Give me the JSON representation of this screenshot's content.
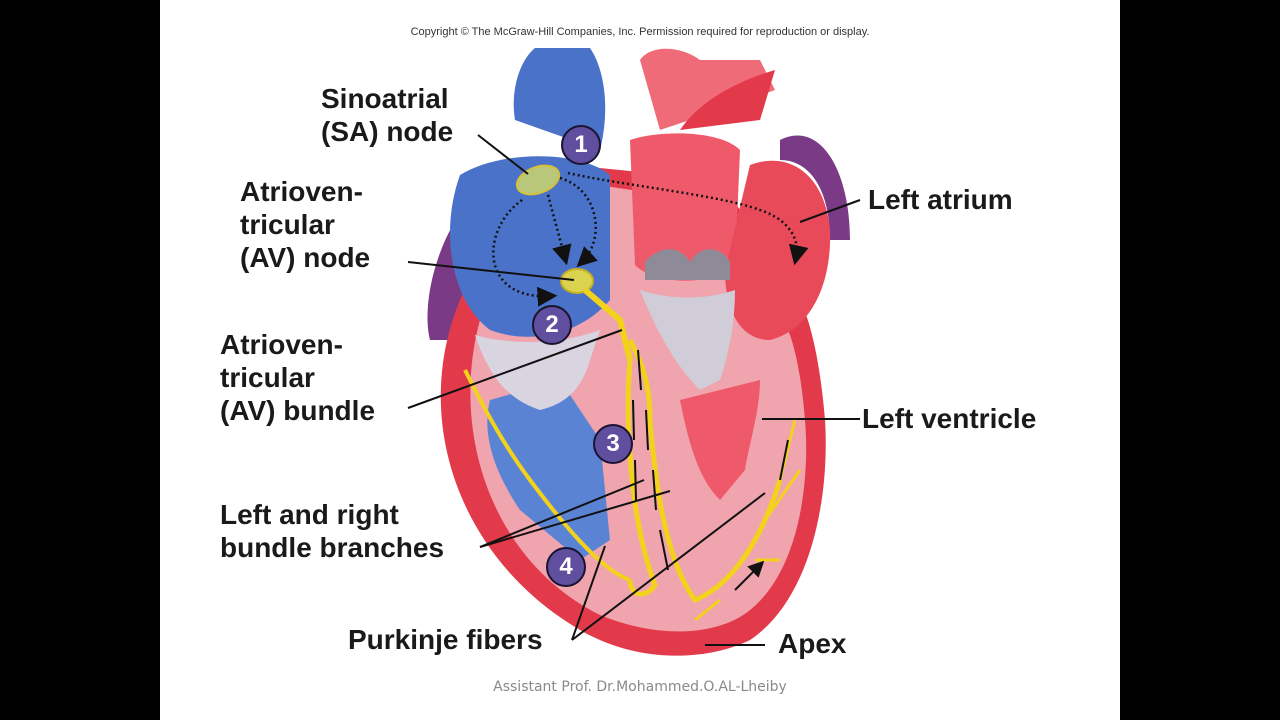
{
  "slide": {
    "copyright": "Copyright © The McGraw-Hill Companies, Inc. Permission required for reproduction or display.",
    "footer": "Assistant Prof. Dr.Mohammed.O.AL-Lheiby"
  },
  "diagram": {
    "title": "Conduction system of the heart",
    "labels": {
      "sa_node": "Sinoatrial\n(SA) node",
      "av_node": "Atrioven-\ntricular\n(AV) node",
      "av_bundle": "Atrioven-\ntricular\n(AV) bundle",
      "bundle_branches": "Left and right\nbundle branches",
      "purkinje": "Purkinje fibers",
      "left_atrium": "Left atrium",
      "left_ventricle": "Left ventricle",
      "apex": "Apex"
    },
    "steps": [
      "1",
      "2",
      "3",
      "4"
    ],
    "colors": {
      "badge": "#5f4f9e",
      "myocardium": "#e23a4a",
      "inner_wall": "#f0a4ae",
      "right_chambers": "#4a72c8",
      "left_chambers": "#e84a5a",
      "conduction_fibers": "#f3d21c",
      "pericardium": "#7a3a86"
    }
  }
}
